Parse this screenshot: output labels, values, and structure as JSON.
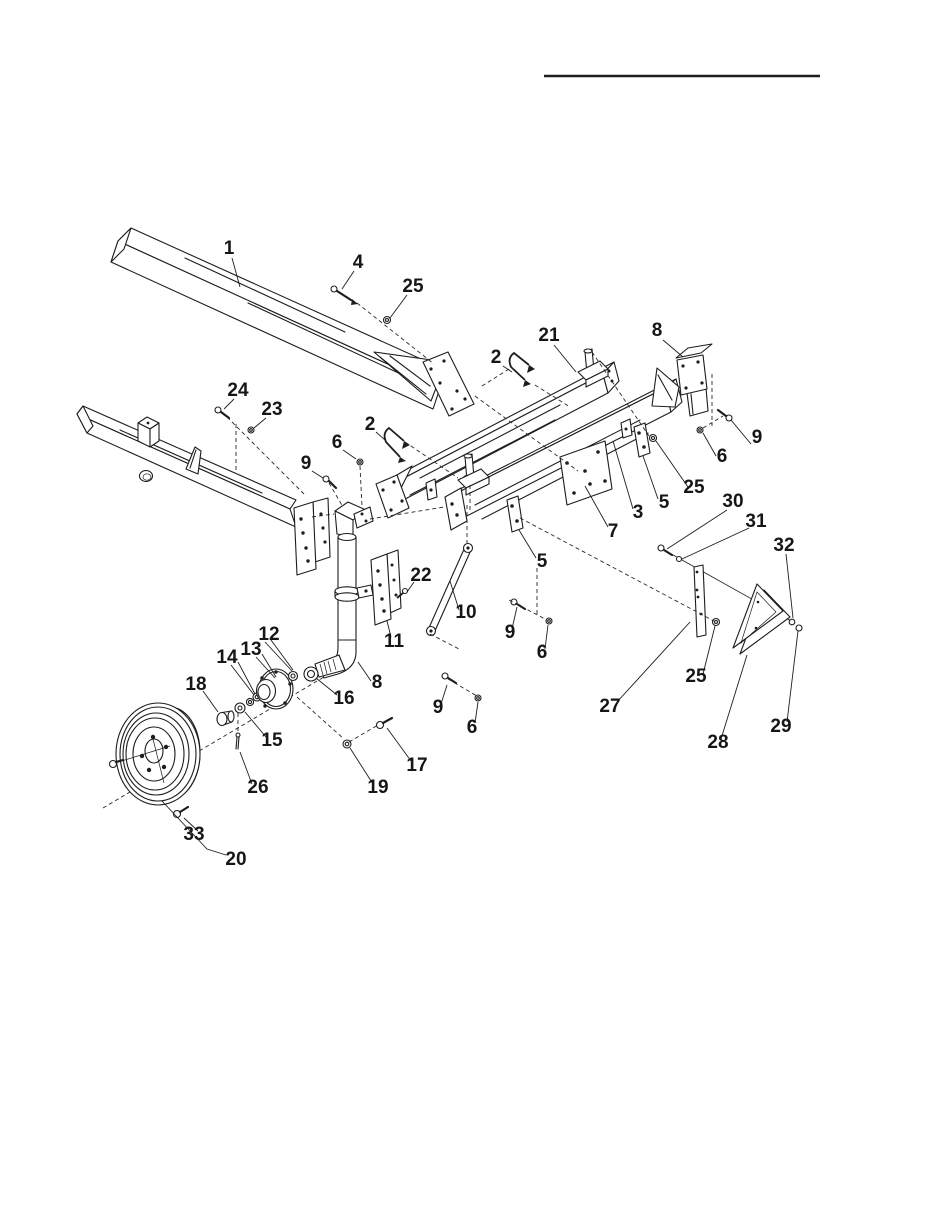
{
  "page": {
    "background": "#ffffff",
    "ink": "#1d1d1d",
    "kind": "exploded-parts-diagram"
  },
  "callouts": [
    {
      "label": "1"
    },
    {
      "label": "4"
    },
    {
      "label": "25"
    },
    {
      "label": "21"
    },
    {
      "label": "8"
    },
    {
      "label": "2"
    },
    {
      "label": "24"
    },
    {
      "label": "23"
    },
    {
      "label": "2"
    },
    {
      "label": "6"
    },
    {
      "label": "9"
    },
    {
      "label": "9"
    },
    {
      "label": "6"
    },
    {
      "label": "25"
    },
    {
      "label": "5"
    },
    {
      "label": "3"
    },
    {
      "label": "7"
    },
    {
      "label": "30"
    },
    {
      "label": "31"
    },
    {
      "label": "32"
    },
    {
      "label": "5"
    },
    {
      "label": "22"
    },
    {
      "label": "10"
    },
    {
      "label": "9"
    },
    {
      "label": "6"
    },
    {
      "label": "11"
    },
    {
      "label": "12"
    },
    {
      "label": "13"
    },
    {
      "label": "14"
    },
    {
      "label": "18"
    },
    {
      "label": "16"
    },
    {
      "label": "8"
    },
    {
      "label": "25"
    },
    {
      "label": "27"
    },
    {
      "label": "9"
    },
    {
      "label": "6"
    },
    {
      "label": "17"
    },
    {
      "label": "19"
    },
    {
      "label": "15"
    },
    {
      "label": "26"
    },
    {
      "label": "28"
    },
    {
      "label": "29"
    },
    {
      "label": "33"
    },
    {
      "label": "20"
    }
  ]
}
